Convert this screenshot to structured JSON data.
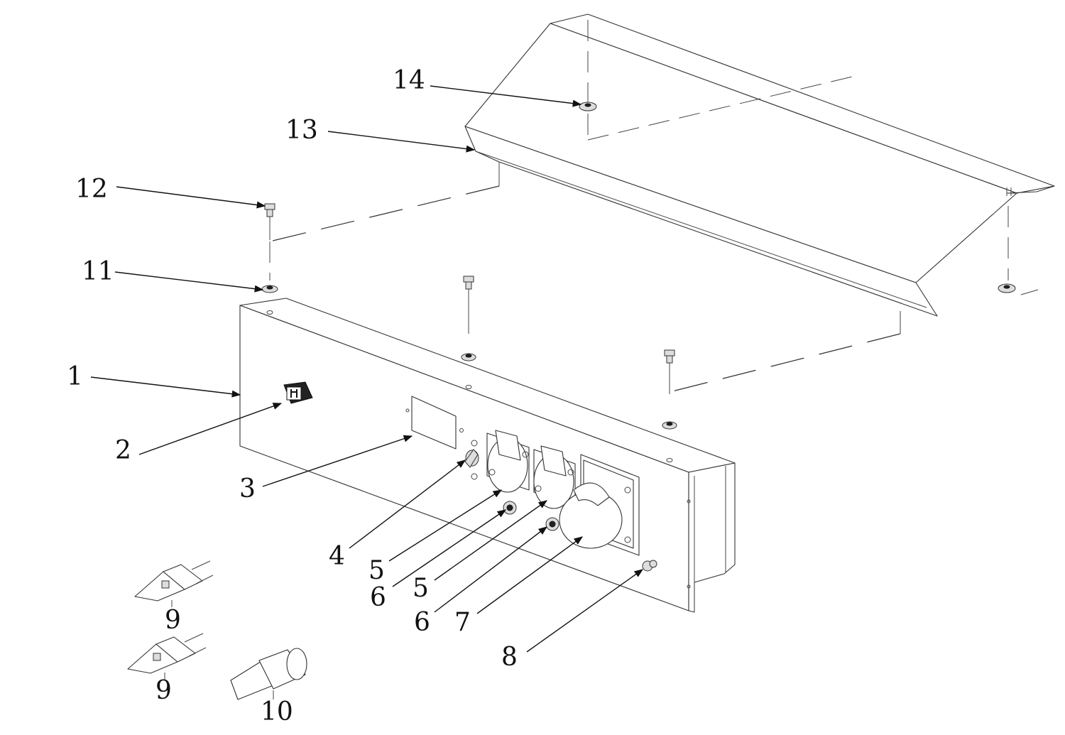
{
  "callouts": [
    {
      "id": "c1",
      "label": "1"
    },
    {
      "id": "c2",
      "label": "2"
    },
    {
      "id": "c3",
      "label": "3"
    },
    {
      "id": "c4",
      "label": "4"
    },
    {
      "id": "c5a",
      "label": "5"
    },
    {
      "id": "c6a",
      "label": "6"
    },
    {
      "id": "c5b",
      "label": "5"
    },
    {
      "id": "c6b",
      "label": "6"
    },
    {
      "id": "c7",
      "label": "7"
    },
    {
      "id": "c8",
      "label": "8"
    },
    {
      "id": "c9a",
      "label": "9"
    },
    {
      "id": "c9b",
      "label": "9"
    },
    {
      "id": "c10",
      "label": "10"
    },
    {
      "id": "c11",
      "label": "11"
    },
    {
      "id": "c12",
      "label": "12"
    },
    {
      "id": "c13",
      "label": "13"
    },
    {
      "id": "c14",
      "label": "14"
    }
  ]
}
